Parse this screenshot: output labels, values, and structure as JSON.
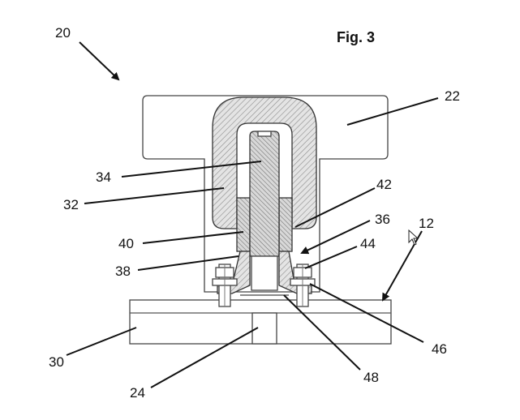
{
  "figure": {
    "title": "Fig. 3",
    "labels": {
      "l20": "20",
      "l22": "22",
      "l34": "34",
      "l32": "32",
      "l42": "42",
      "l36": "36",
      "l12": "12",
      "l40": "40",
      "l44": "44",
      "l38": "38",
      "l30": "30",
      "l46": "46",
      "l48": "48",
      "l24": "24"
    }
  },
  "cursor_icon": "mouse-pointer-icon"
}
